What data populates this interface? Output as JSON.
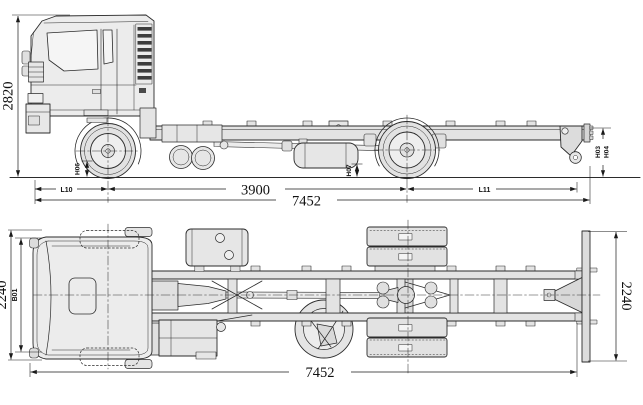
{
  "meta": {
    "description": "Truck chassis dimensional line drawing with side view and top plan view"
  },
  "colors": {
    "line": "#2b2b2b",
    "body_fill": "#ececec",
    "frame_fill": "#e3e3e3",
    "dark_detail": "#3d3d3d",
    "background": "#ffffff"
  },
  "side_view": {
    "labels": {
      "cab_height": "2820",
      "front_overhang": "L10",
      "wheelbase": "3900",
      "overall_length": "7452",
      "rear_overhang": "L11",
      "front_frame_height": "H06",
      "rear_frame_height": "H07",
      "rear_end_height_top": "H03",
      "rear_end_height_bottom": "H04"
    }
  },
  "top_view": {
    "labels": {
      "overall_width": "2240",
      "cab_width": "B01",
      "rear_width": "2240",
      "overall_length": "7452"
    }
  }
}
